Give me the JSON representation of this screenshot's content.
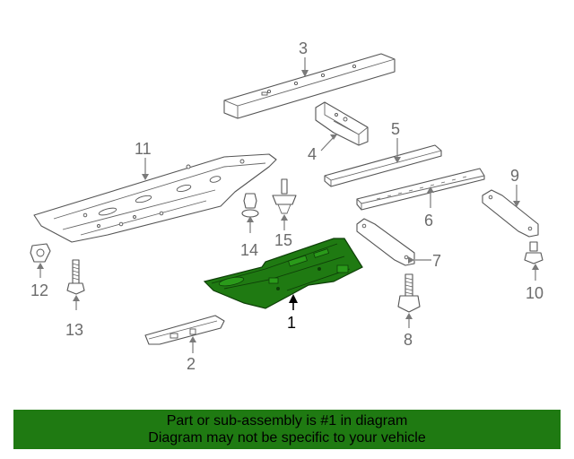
{
  "diagram": {
    "callouts": [
      "1",
      "2",
      "3",
      "4",
      "5",
      "6",
      "7",
      "8",
      "9",
      "10",
      "11",
      "12",
      "13",
      "14",
      "15"
    ],
    "highlight_part": "1",
    "highlight_color": "#1f7a12"
  },
  "banner": {
    "line1": "Part or sub-assembly is #1 in diagram",
    "line2": "Diagram may not be specific to your vehicle",
    "background": "#1f7a12"
  }
}
